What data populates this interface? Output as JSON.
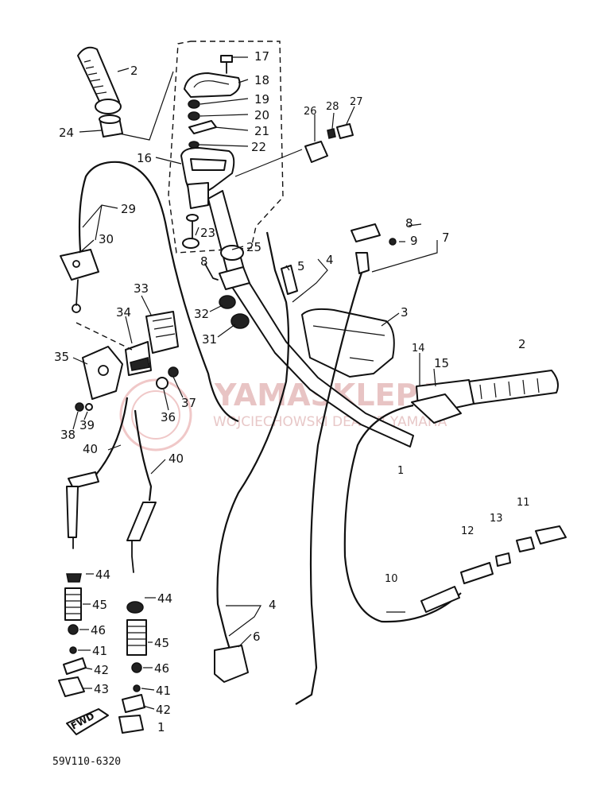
{
  "diagram_code": "59V110-6320",
  "watermark": {
    "brand": "YAMASKLEP.PL",
    "subtitle": "WOJCIECHOWSKI DEALER YAMAHA"
  },
  "direction_badge": "FWD",
  "callouts": [
    {
      "id": "c2a",
      "text": "2"
    },
    {
      "id": "c24",
      "text": "24"
    },
    {
      "id": "c17",
      "text": "17"
    },
    {
      "id": "c18",
      "text": "18"
    },
    {
      "id": "c19",
      "text": "19"
    },
    {
      "id": "c20",
      "text": "20"
    },
    {
      "id": "c21",
      "text": "21"
    },
    {
      "id": "c22",
      "text": "22"
    },
    {
      "id": "c16",
      "text": "16"
    },
    {
      "id": "c23",
      "text": "23"
    },
    {
      "id": "c26",
      "text": "26"
    },
    {
      "id": "c28",
      "text": "28"
    },
    {
      "id": "c27",
      "text": "27"
    },
    {
      "id": "c29",
      "text": "29"
    },
    {
      "id": "c30",
      "text": "30"
    },
    {
      "id": "c8a",
      "text": "8"
    },
    {
      "id": "c9",
      "text": "9"
    },
    {
      "id": "c7",
      "text": "7"
    },
    {
      "id": "c25",
      "text": "25"
    },
    {
      "id": "c8b",
      "text": "8"
    },
    {
      "id": "c5",
      "text": "5"
    },
    {
      "id": "c4a",
      "text": "4"
    },
    {
      "id": "c33",
      "text": "33"
    },
    {
      "id": "c34",
      "text": "34"
    },
    {
      "id": "c32",
      "text": "32"
    },
    {
      "id": "c31",
      "text": "31"
    },
    {
      "id": "c3",
      "text": "3"
    },
    {
      "id": "c35",
      "text": "35"
    },
    {
      "id": "c14",
      "text": "14"
    },
    {
      "id": "c2b",
      "text": "2"
    },
    {
      "id": "c15",
      "text": "15"
    },
    {
      "id": "c37",
      "text": "37"
    },
    {
      "id": "c36",
      "text": "36"
    },
    {
      "id": "c39",
      "text": "39"
    },
    {
      "id": "c38",
      "text": "38"
    },
    {
      "id": "c40a",
      "text": "40"
    },
    {
      "id": "c40b",
      "text": "40"
    },
    {
      "id": "c1",
      "text": "1"
    },
    {
      "id": "c11",
      "text": "11"
    },
    {
      "id": "c13",
      "text": "13"
    },
    {
      "id": "c12",
      "text": "12"
    },
    {
      "id": "c10",
      "text": "10"
    },
    {
      "id": "c44a",
      "text": "44"
    },
    {
      "id": "c44b",
      "text": "44"
    },
    {
      "id": "c45a",
      "text": "45"
    },
    {
      "id": "c45b",
      "text": "45"
    },
    {
      "id": "c46a",
      "text": "46"
    },
    {
      "id": "c46b",
      "text": "46"
    },
    {
      "id": "c41a",
      "text": "41"
    },
    {
      "id": "c41b",
      "text": "41"
    },
    {
      "id": "c42a",
      "text": "42"
    },
    {
      "id": "c42b",
      "text": "42"
    },
    {
      "id": "c43",
      "text": "43"
    },
    {
      "id": "c4b",
      "text": "4"
    },
    {
      "id": "c6",
      "text": "6"
    },
    {
      "id": "c1b",
      "text": "1"
    }
  ]
}
